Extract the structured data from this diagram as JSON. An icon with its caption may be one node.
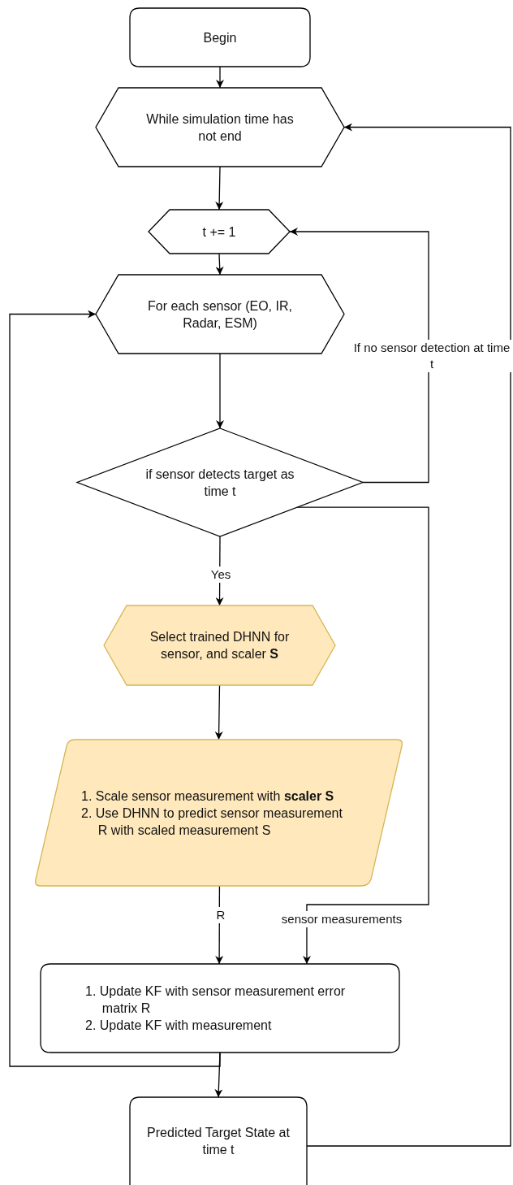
{
  "diagram": {
    "nodes": [
      {
        "text": [
          "Begin"
        ]
      },
      {
        "text": [
          "While simulation time has not end"
        ]
      },
      {
        "text": [
          "t += 1"
        ]
      },
      {
        "text": [
          "For each sensor (EO, IR, Radar, ESM)"
        ]
      },
      {
        "text": [
          "if sensor detects target as time t"
        ]
      },
      {
        "text": [
          "Select trained DHNN for sensor, and scaler **S**"
        ]
      },
      {
        "text": [
          "1. Scale sensor measurement with **scaler S**",
          "2. Use DHNN to predict sensor measurement R with scaled measurement S"
        ]
      },
      {
        "text": [
          "1. Update KF with sensor measurement error matrix R",
          "2. Update KF with measurement"
        ]
      },
      {
        "text": [
          "Predicted Target State at time t"
        ]
      }
    ],
    "edges": [
      {
        "from": 0,
        "to": 1,
        "arrow": "to"
      },
      {
        "from": 1,
        "to": 2,
        "arrow": "to"
      },
      {
        "from": 2,
        "to": 3,
        "arrow": "to"
      },
      {
        "from": 3,
        "to": 4,
        "arrow": "to"
      },
      {
        "from": 4,
        "to": 5,
        "arrow": "to",
        "label": "Yes"
      },
      {
        "from": 5,
        "to": 6,
        "arrow": "to"
      },
      {
        "from": 6,
        "to": 7,
        "arrow": "to",
        "label": "R"
      },
      {
        "from": 4,
        "to": 7,
        "arrow": "to",
        "label": "sensor measurements"
      },
      {
        "from": 4,
        "to": 2,
        "arrow": "to",
        "label": "If no sensor detection at time t"
      },
      {
        "from": 7,
        "to": 3,
        "arrow": "to"
      },
      {
        "from": 7,
        "to": 8,
        "arrow": "to"
      },
      {
        "from": 8,
        "to": 1,
        "arrow": "to"
      }
    ]
  }
}
